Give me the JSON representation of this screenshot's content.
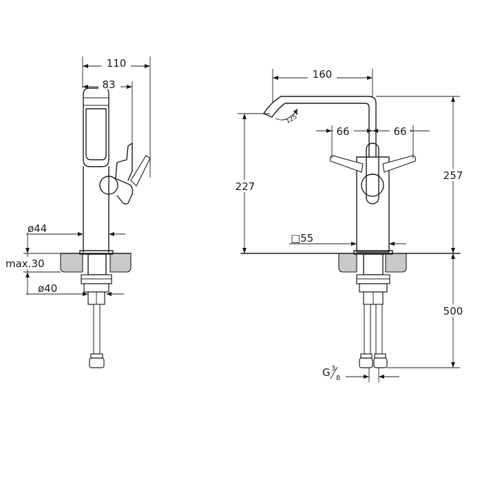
{
  "side_view": {
    "dim_total_depth": "110",
    "dim_body_depth": "83",
    "dim_body_diameter": "ø44",
    "dim_max_thickness": "max.30",
    "dim_shank_diameter": "ø40"
  },
  "front_view": {
    "dim_spout_reach": "160",
    "dim_angle": "125°",
    "dim_lever_left": "66",
    "dim_lever_right": "66",
    "dim_spout_height": "227",
    "dim_total_height": "257",
    "dim_base_square": "□55",
    "dim_hose_length": "500",
    "dim_thread_prefix": "G",
    "dim_thread_num": "3",
    "dim_thread_den": "8"
  }
}
